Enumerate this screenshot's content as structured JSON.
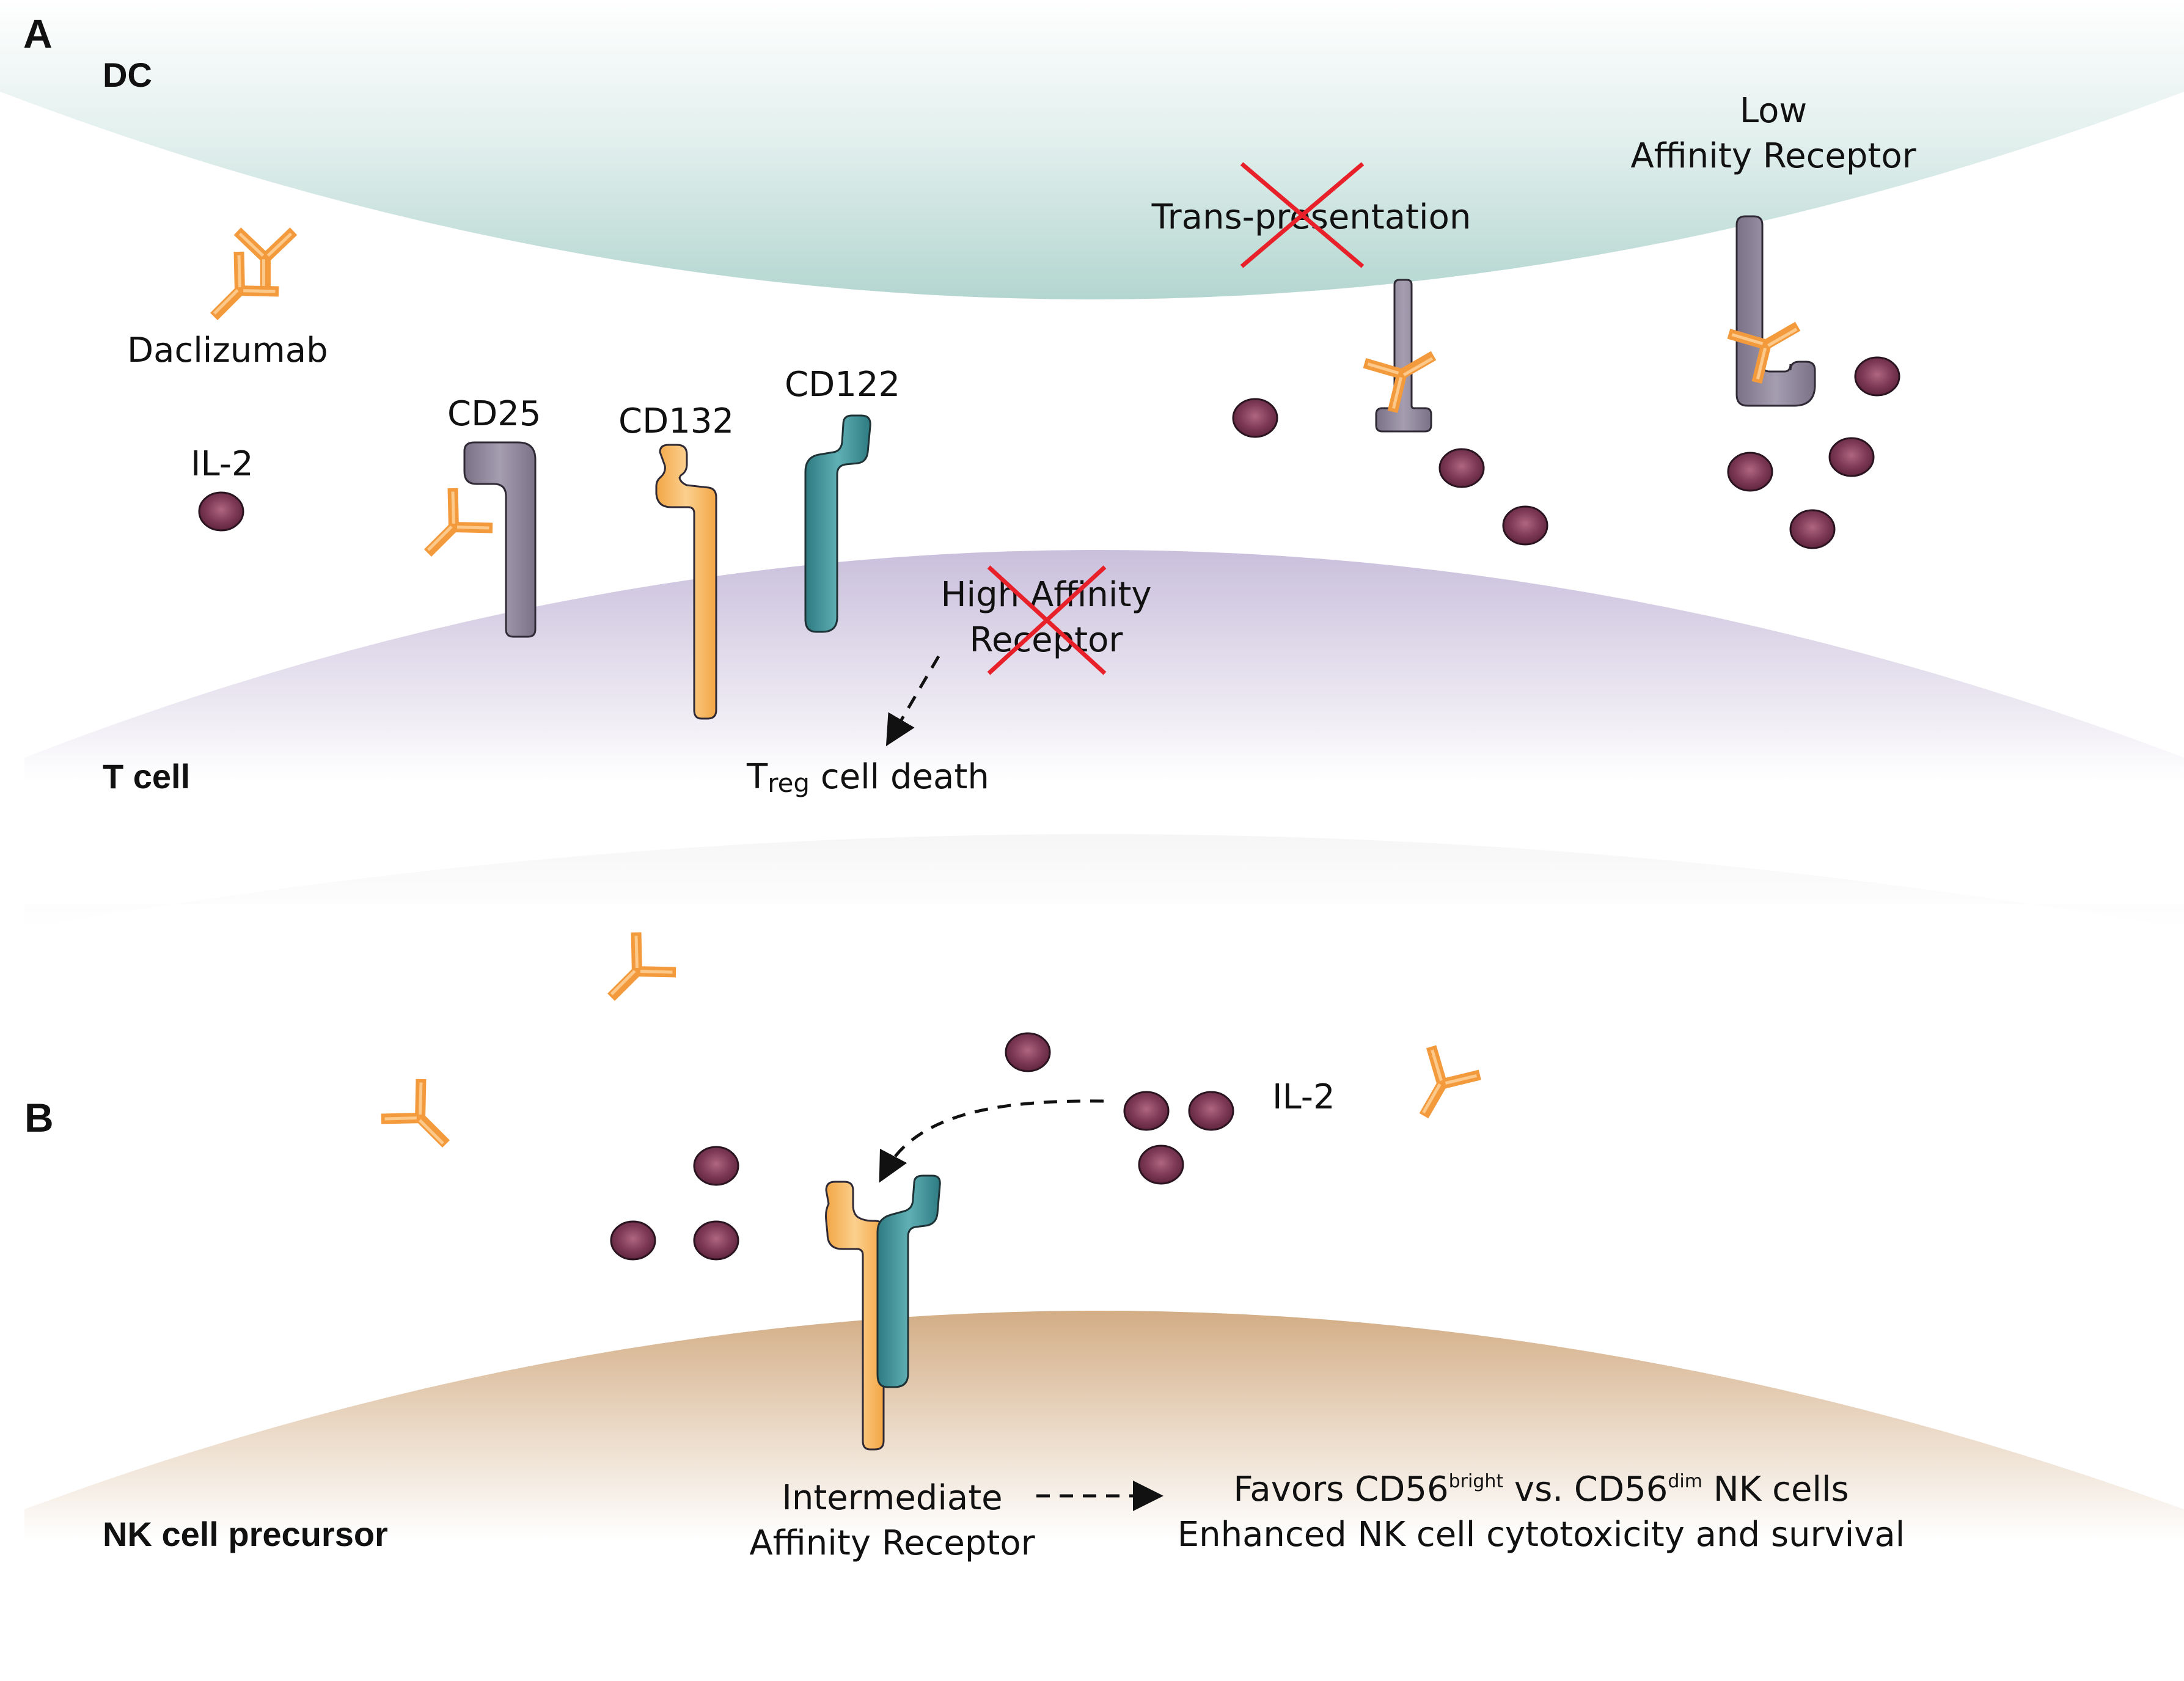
{
  "panels": {
    "a": {
      "letter": "A",
      "dc_label": "DC",
      "tcell_label": "T cell",
      "daclizumab_label": "Daclizumab",
      "il2_label": "IL-2",
      "cd25_label": "CD25",
      "cd132_label": "CD132",
      "cd122_label": "CD122",
      "trans_presentation_label": "Trans-presentation",
      "low_affinity_line1": "Low",
      "low_affinity_line2": "Affinity Receptor",
      "high_affinity_line1": "High Affinity",
      "high_affinity_line2": "Receptor",
      "treg_main": "T",
      "treg_sub": "reg",
      "treg_rest": " cell death"
    },
    "b": {
      "letter": "B",
      "nk_label": "NK cell precursor",
      "il2_label": "IL-2",
      "intermediate_line1": "Intermediate",
      "intermediate_line2": "Affinity Receptor",
      "outcome_line1_a": "Favors CD56",
      "outcome_line1_sup1": "bright",
      "outcome_line1_b": " vs. CD56",
      "outcome_line1_sup2": "dim",
      "outcome_line1_c": " NK cells",
      "outcome_line2": "Enhanced NK cell cytotoxicity and survival"
    }
  },
  "colors": {
    "dc_membrane": "#b7d8d2",
    "tcell_membrane": "#cfc6dd",
    "nk_membrane": "#d6b38e",
    "il2": "#7a3550",
    "cd25": "#8e8599",
    "cd132": "#f6b45c",
    "cd122": "#3f9097",
    "daclizumab": "#f39a3c",
    "blocked": "#e8202a"
  }
}
